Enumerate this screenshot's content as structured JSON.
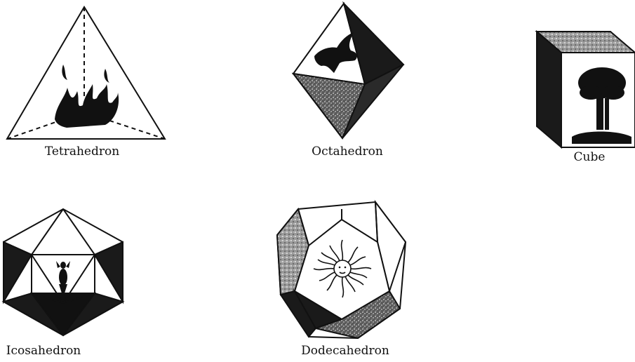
{
  "solids": [
    {
      "id": "tetrahedron",
      "label": "Tetrahedron",
      "element": "fire"
    },
    {
      "id": "octahedron",
      "label": "Octahedron",
      "element": "air"
    },
    {
      "id": "cube",
      "label": "Cube",
      "element": "earth"
    },
    {
      "id": "icosahedron",
      "label": "Icosahedron",
      "element": "water"
    },
    {
      "id": "dodecahedron",
      "label": "Dodecahedron",
      "element": "aether"
    }
  ],
  "colors": {
    "ink": "#111111",
    "shade": "#1a1a1a",
    "texture": "#8a8a8a",
    "background": "#ffffff"
  }
}
